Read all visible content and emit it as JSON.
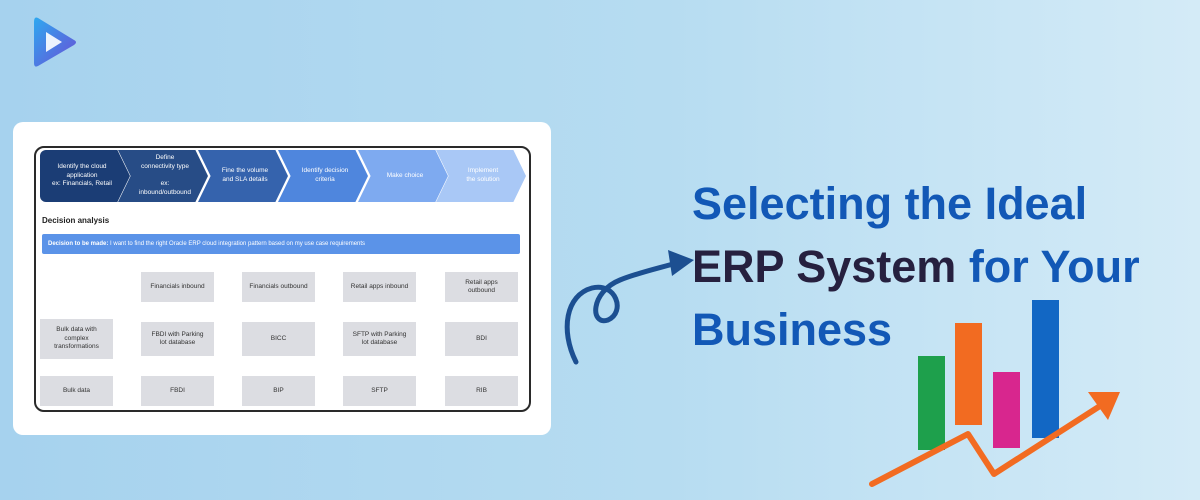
{
  "brand": {
    "logo_icon": "play-logo-icon",
    "colors": [
      "#2d8de8",
      "#6a4fd6"
    ]
  },
  "diagram": {
    "steps": [
      {
        "label": "Identify the cloud\napplication\nex: Financials, Retail",
        "color": "#1b3d75"
      },
      {
        "label": "Define\nconnectivity type\n\nex: inbound/outbound",
        "color": "#274c86"
      },
      {
        "label": "Fine the volume\nand SLA details",
        "color": "#3563ad"
      },
      {
        "label": "Identify decision\ncriteria",
        "color": "#4f86dd"
      },
      {
        "label": "Make choice",
        "color": "#7eaaf0"
      },
      {
        "label": "Implement\nthe solution",
        "color": "#a9c8f6"
      }
    ],
    "section_title": "Decision analysis",
    "decision": {
      "prefix": "Decision to be made:",
      "text": " I want to find the right Oracle ERP cloud integration pattern based on my use case requirements"
    },
    "column_headers": [
      "Financials inbound",
      "Financials outbound",
      "Retail apps inbound",
      "Retail apps\noutbound"
    ],
    "rows": [
      {
        "label": "Bulk data with\ncomplex\ntransformations",
        "cells": [
          "FBDI with Parking\nlot database",
          "BICC",
          "SFTP with Parking\nlot database",
          "BDI"
        ]
      },
      {
        "label": "Bulk data",
        "cells": [
          "FBDI",
          "BIP",
          "SFTP",
          "RIB"
        ]
      }
    ]
  },
  "headline": {
    "line1": "Selecting the Ideal",
    "line2_dark": "ERP System",
    "line2_rest": " for Your",
    "line3": "Business",
    "color_primary": "#1258b6",
    "color_dark": "#26203f"
  },
  "graphic": {
    "arrow_icon": "curved-arrow-icon",
    "chart_icon": "growth-bar-chart-icon",
    "bar_colors": [
      "#1ea04c",
      "#f26b21",
      "#d8268e",
      "#1267c4"
    ],
    "trend_color": "#f26b21"
  }
}
